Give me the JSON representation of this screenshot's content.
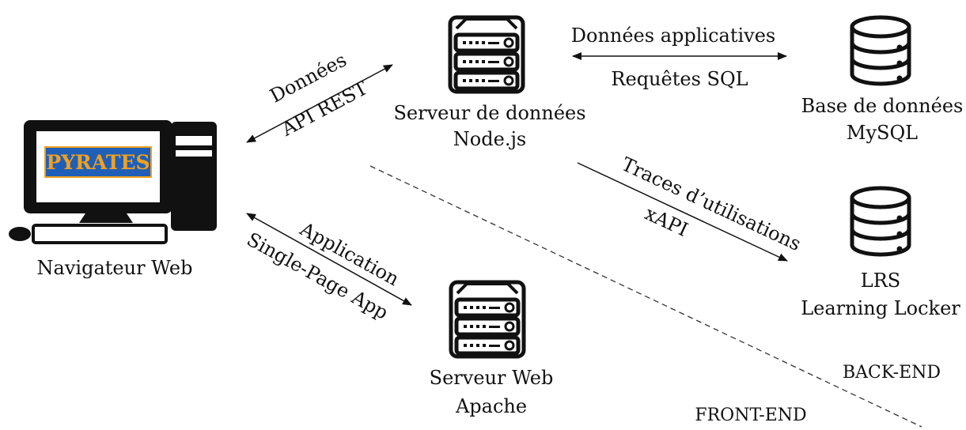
{
  "client": {
    "label": "Navigateur Web",
    "logo_text": "PYRATES",
    "icon": "desktop-computer-icon"
  },
  "data_server": {
    "label_line1": "Serveur de données",
    "label_line2": "Node.js",
    "icon": "server-icon"
  },
  "web_server": {
    "label_line1": "Serveur Web",
    "label_line2": "Apache",
    "icon": "server-icon"
  },
  "database": {
    "label_line1": "Base de données",
    "label_line2": "MySQL",
    "icon": "database-icon"
  },
  "lrs": {
    "label_line1": "LRS",
    "label_line2": "Learning Locker",
    "icon": "database-icon"
  },
  "connections": {
    "client_data_server": {
      "top": "Données",
      "bottom": "API REST"
    },
    "data_server_database": {
      "top": "Données applicatives",
      "bottom": "Requêtes SQL"
    },
    "data_server_lrs": {
      "top": "Traces d’utilisations",
      "bottom": "xAPI"
    },
    "client_web_server": {
      "top": "Application",
      "bottom": "Single-Page App"
    }
  },
  "zones": {
    "back_end": "BACK-END",
    "front_end": "FRONT-END"
  },
  "colors": {
    "ink": "#111111",
    "logo_bg": "#1f5fb8",
    "logo_text": "#f0a020"
  }
}
